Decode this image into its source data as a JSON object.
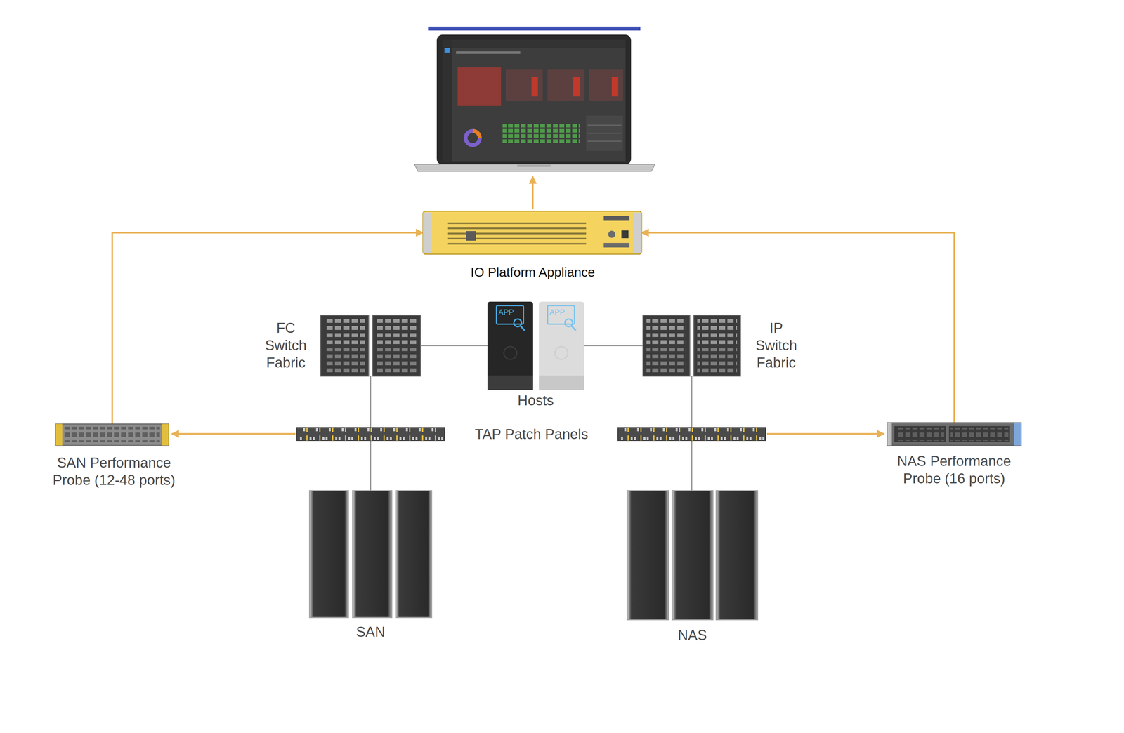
{
  "diagram": {
    "nodes": [
      {
        "text": [
          "IO Platform Appliance"
        ]
      },
      {
        "text": [
          "FC Switch Fabric"
        ]
      },
      {
        "text": [
          "Hosts"
        ]
      },
      {
        "text": [
          "IP Switch Fabric"
        ]
      },
      {
        "text": [
          "SAN Performance Probe (12-48 ports)"
        ]
      },
      {
        "text": [
          "NAS Performance Probe (16 ports)"
        ]
      },
      {
        "text": [
          "SAN"
        ]
      },
      {
        "text": [
          "NAS"
        ]
      }
    ],
    "edges": [
      {
        "from": 4,
        "to": 0,
        "arrow": "to"
      },
      {
        "from": 5,
        "to": 0,
        "arrow": "to"
      },
      {
        "from": 1,
        "to": 2,
        "arrow": "none"
      },
      {
        "from": 2,
        "to": 3,
        "arrow": "none"
      },
      {
        "from": 1,
        "to": 6,
        "arrow": "none"
      },
      {
        "from": 3,
        "to": 7,
        "arrow": "none"
      }
    ],
    "labels": [
      "TAP Patch Panels",
      "APP",
      "APP"
    ]
  }
}
